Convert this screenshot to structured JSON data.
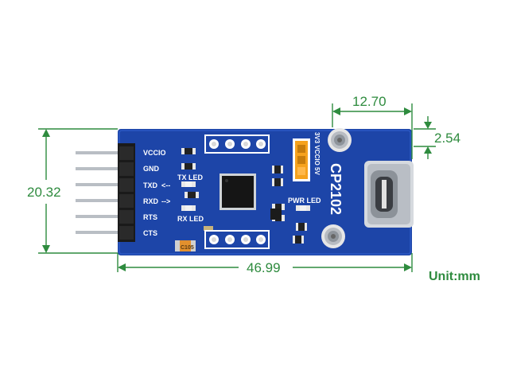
{
  "dimensions": {
    "width": "46.99",
    "height": "20.32",
    "connector_width": "12.70",
    "connector_offset": "2.54",
    "unit": "Unit:mm"
  },
  "board": {
    "chip_name": "CP2102",
    "pins": [
      "VCCIO",
      "GND",
      "TXD",
      "RXD",
      "RTS",
      "CTS"
    ],
    "txd_arrow": "<--",
    "rxd_arrow": "-->",
    "tx_led": "TX LED",
    "rx_led": "RX LED",
    "pwr_led": "PWR LED",
    "jumper_label": "3V3 VCCIO 5V",
    "cap_label": "C105"
  },
  "colors": {
    "pcb": "#1d45a8",
    "dimension": "#2e8b3e",
    "silkscreen": "#ffffff"
  }
}
